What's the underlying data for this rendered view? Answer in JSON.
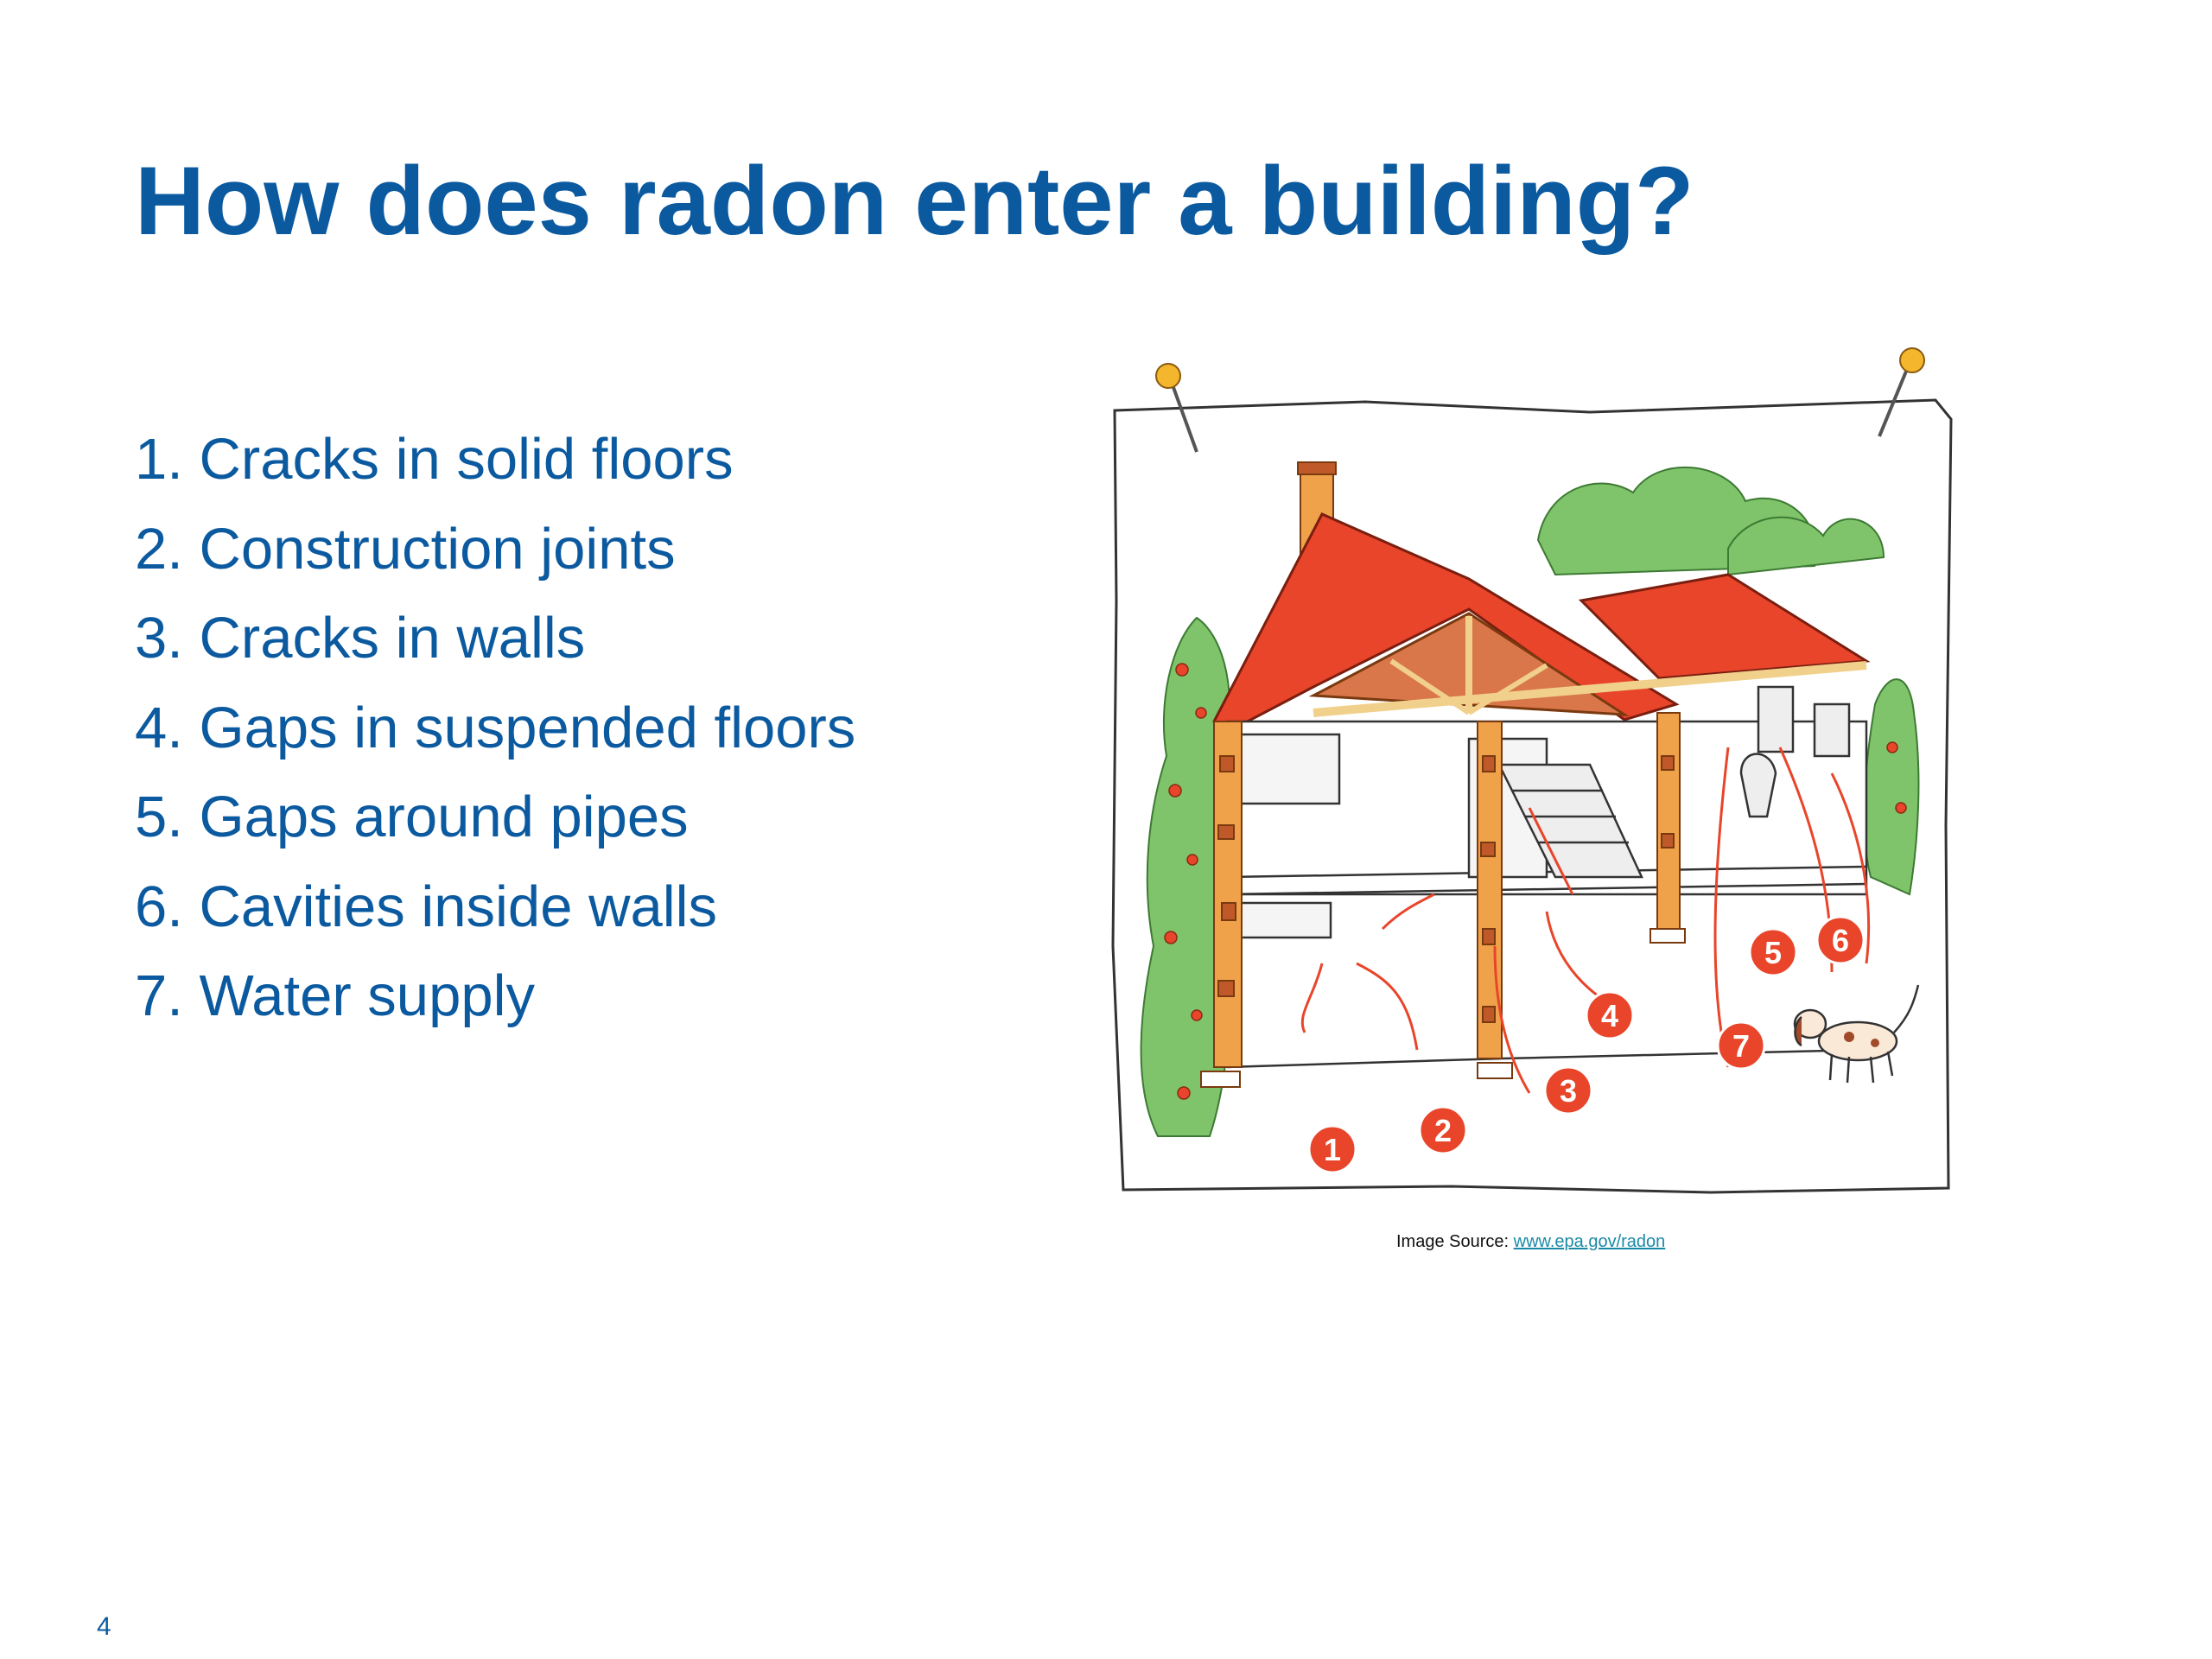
{
  "slide": {
    "title": "How does radon enter a building?",
    "list_items": [
      "1. Cracks in solid floors",
      "2. Construction joints",
      "3. Cracks in walls",
      "4. Gaps in suspended floors",
      "5. Gaps around pipes",
      "6. Cavities inside walls",
      "7. Water supply"
    ],
    "image_caption_prefix": "Image Source: ",
    "image_caption_link": "www.epa.gov/radon",
    "page_number": "4"
  },
  "illustration": {
    "badges": [
      "1",
      "2",
      "3",
      "4",
      "5",
      "6",
      "7"
    ]
  },
  "colors": {
    "title_blue": "#0b5aa0",
    "roof_red": "#e8452a",
    "badge_red": "#e8452a",
    "foliage_green": "#7fc46a"
  }
}
